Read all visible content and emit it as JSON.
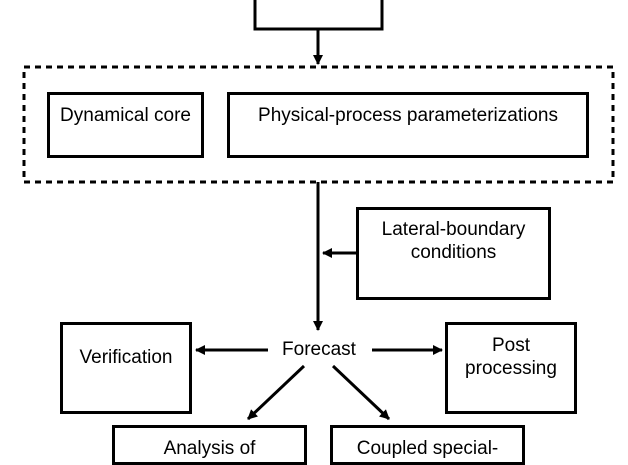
{
  "diagram": {
    "nodes": {
      "dynamical_core": "Dynamical core",
      "physical_process": "Physical-process parameterizations",
      "lateral_boundary": "Lateral-boundary\nconditions",
      "forecast": "Forecast",
      "verification": "Verification",
      "post_processing": "Post\nprocessing",
      "analysis_of": "Analysis of",
      "coupled_special": "Coupled special-"
    },
    "colors": {
      "stroke": "#000000",
      "background": "#ffffff"
    }
  }
}
